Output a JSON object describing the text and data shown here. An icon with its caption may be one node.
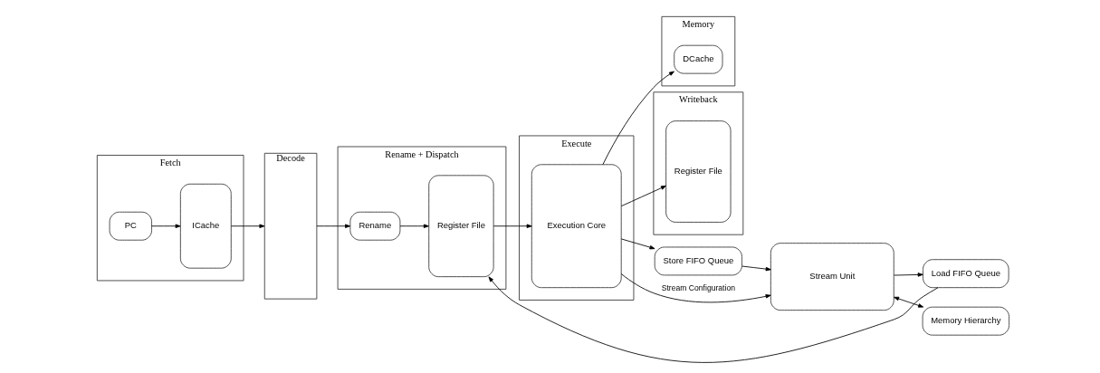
{
  "diagram": {
    "nodes": [
      {
        "text": [
          "Fetch"
        ]
      },
      {
        "text": [
          "PC"
        ],
        "in": 0
      },
      {
        "text": [
          "ICache"
        ],
        "in": 0
      },
      {
        "text": [
          "Decode"
        ]
      },
      {
        "text": [
          "Rename + Dispatch"
        ]
      },
      {
        "text": [
          "Rename"
        ],
        "in": 4
      },
      {
        "text": [
          "Register File"
        ],
        "in": 4
      },
      {
        "text": [
          "Execute"
        ]
      },
      {
        "text": [
          "Execution Core"
        ],
        "in": 7
      },
      {
        "text": [
          "Memory"
        ]
      },
      {
        "text": [
          "DCache"
        ],
        "in": 9
      },
      {
        "text": [
          "Writeback"
        ]
      },
      {
        "text": [
          "Register File"
        ],
        "in": 11
      },
      {
        "text": [
          "Load FIFO Queue"
        ]
      },
      {
        "text": [
          "Store FIFO Queue"
        ]
      },
      {
        "text": [
          "Stream Unit"
        ]
      },
      {
        "text": [
          "Memory Hierarchy"
        ]
      }
    ],
    "edges": [
      {
        "from": 1,
        "to": 2,
        "arrow": "to"
      },
      {
        "from": 2,
        "to": 3,
        "arrow": "to"
      },
      {
        "from": 3,
        "to": 5,
        "arrow": "to"
      },
      {
        "from": 5,
        "to": 6,
        "arrow": "to"
      },
      {
        "from": 6,
        "to": 8,
        "arrow": "to"
      },
      {
        "from": 8,
        "to": 12,
        "arrow": "to"
      },
      {
        "from": 8,
        "to": 10,
        "arrow": "to"
      },
      {
        "from": 8,
        "to": 14,
        "arrow": "to"
      },
      {
        "from": 8,
        "to": 15,
        "arrow": "to",
        "label": "Stream Configuration"
      },
      {
        "from": 14,
        "to": 15,
        "arrow": "to"
      },
      {
        "from": 15,
        "to": 13,
        "arrow": "to"
      },
      {
        "from": 13,
        "to": 6,
        "arrow": "to"
      },
      {
        "from": 15,
        "to": 16,
        "arrow": "both"
      }
    ]
  }
}
